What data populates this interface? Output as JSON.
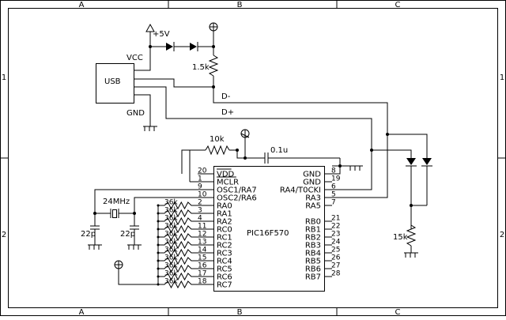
{
  "frame": {
    "columns": [
      "A",
      "B",
      "C"
    ],
    "rows": [
      "1",
      "2"
    ]
  },
  "usb": {
    "label": "USB",
    "vcc": "VCC",
    "gnd": "GND",
    "dminus": "D-",
    "dplus": "D+"
  },
  "supply": {
    "label": "+5V"
  },
  "resistors": {
    "r_pullup": "1.5k",
    "r_mclr": "10k",
    "r_pulldown": "15k",
    "r_array": "36k"
  },
  "capacitors": {
    "c_bypass": "0.1u",
    "c_osc1": "22p",
    "c_osc2": "22p"
  },
  "crystal": {
    "label": "24MHz"
  },
  "chip": {
    "name": "PIC16F570",
    "left_pins": [
      {
        "num": "20",
        "name": "VDD"
      },
      {
        "num": "1",
        "name": "MCLR"
      },
      {
        "num": "9",
        "name": "OSC1/RA7"
      },
      {
        "num": "10",
        "name": "OSC2/RA6"
      },
      {
        "num": "2",
        "name": "RA0"
      },
      {
        "num": "3",
        "name": "RA1"
      },
      {
        "num": "4",
        "name": "RA2"
      },
      {
        "num": "11",
        "name": "RC0"
      },
      {
        "num": "12",
        "name": "RC1"
      },
      {
        "num": "13",
        "name": "RC2"
      },
      {
        "num": "14",
        "name": "RC3"
      },
      {
        "num": "15",
        "name": "RC4"
      },
      {
        "num": "16",
        "name": "RC5"
      },
      {
        "num": "17",
        "name": "RC6"
      },
      {
        "num": "18",
        "name": "RC7"
      }
    ],
    "right_pins_top": [
      {
        "num": "8",
        "name": "GND"
      },
      {
        "num": "19",
        "name": "GND"
      },
      {
        "num": "6",
        "name": "RA4/T0CKI"
      },
      {
        "num": "5",
        "name": "RA3"
      },
      {
        "num": "7",
        "name": "RA5"
      }
    ],
    "right_pins_bottom": [
      {
        "num": "21",
        "name": "RB0"
      },
      {
        "num": "22",
        "name": "RB1"
      },
      {
        "num": "23",
        "name": "RB2"
      },
      {
        "num": "24",
        "name": "RB3"
      },
      {
        "num": "25",
        "name": "RB4"
      },
      {
        "num": "26",
        "name": "RB5"
      },
      {
        "num": "27",
        "name": "RB6"
      },
      {
        "num": "28",
        "name": "RB7"
      }
    ]
  }
}
